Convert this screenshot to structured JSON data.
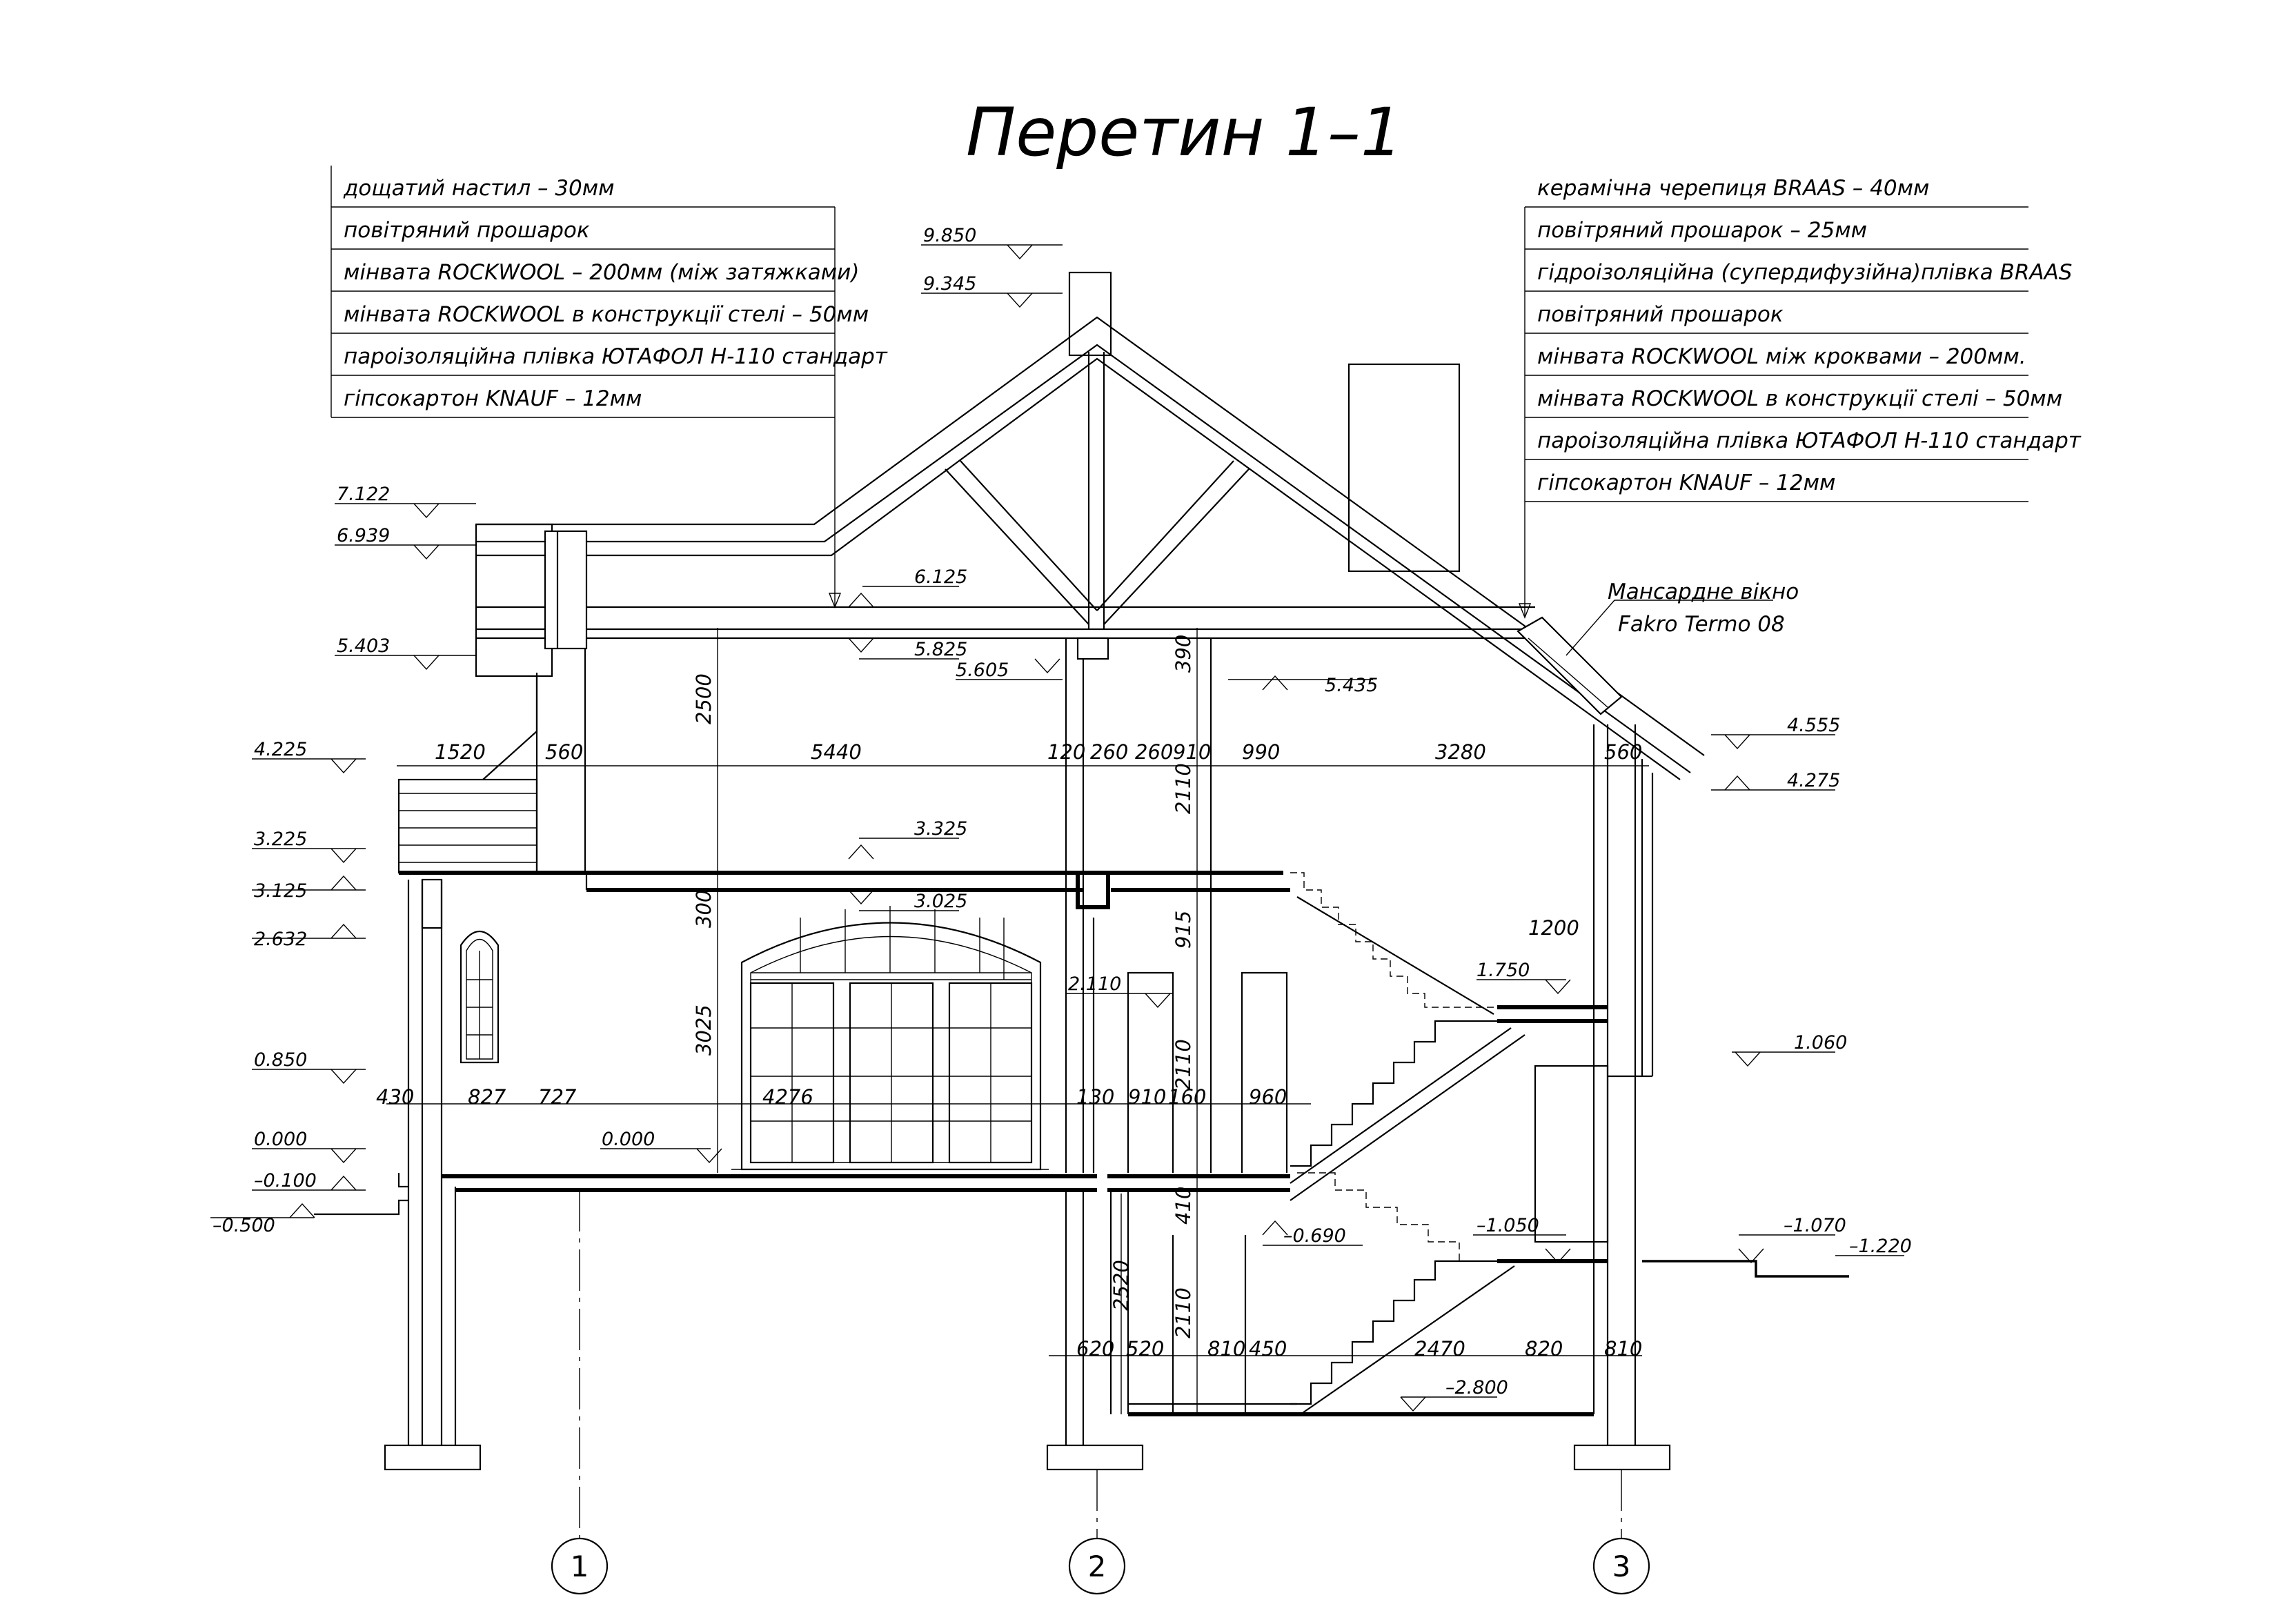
{
  "title": "Перетин 1–1",
  "left_layers": [
    "дощатий настил – 30мм",
    "повітряний прошарок",
    "мінвата ROCKWOOL – 200мм (між затяжками)",
    "мінвата ROCKWOOL в конструкції стелі – 50мм",
    "пароізоляційна плівка ЮТАФОЛ Н-110 стандарт",
    "гіпсокартон KNAUF – 12мм"
  ],
  "right_layers": [
    "керамічна черепиця BRAAS – 40мм",
    "повітряний прошарок – 25мм",
    "гідроізоляційна (супердифузійна)плівка BRAAS",
    "повітряний прошарок",
    "мінвата ROCKWOOL між кроквами – 200мм.",
    "мінвата ROCKWOOL в конструкції стелі – 50мм",
    "пароізоляційна плівка ЮТАФОЛ Н-110 стандарт",
    "гіпсокартон KNAUF – 12мм"
  ],
  "window_note": [
    "Мансардне вікно",
    "Fakro Termo 08"
  ],
  "levels": {
    "l9850": "9.850",
    "l9345": "9.345",
    "l7122": "7.122",
    "l6939": "6.939",
    "l6125": "6.125",
    "l5825": "5.825",
    "l5605": "5.605",
    "l5435": "5.435",
    "l5403": "5.403",
    "l4555": "4.555",
    "l4275": "4.275",
    "l4225": "4.225",
    "l3325": "3.325",
    "l3225": "3.225",
    "l3125": "3.125",
    "l3025": "3.025",
    "l2632": "2.632",
    "l2110": "2.110",
    "l1750": "1.750",
    "l1060": "1.060",
    "l0850": "0.850",
    "l0000a": "0.000",
    "l0000b": "0.000",
    "lm0100": "–0.100",
    "lm0500": "–0.500",
    "lm0690": "–0.690",
    "lm1050": "–1.050",
    "lm1070": "–1.070",
    "lm1220": "–1.220",
    "lm2800": "–2.800"
  },
  "dims": {
    "d1520": "1520",
    "d560a": "560",
    "d5440": "5440",
    "d120": "120",
    "d260a": "260",
    "d260b": "260",
    "d910a": "910",
    "d990": "990",
    "d3280": "3280",
    "d560b": "560",
    "d2500": "2500",
    "d390": "390",
    "d2110a": "2110",
    "d300": "300",
    "d915": "915",
    "d3025": "3025",
    "d2110b": "2110",
    "d1200": "1200",
    "d430": "430",
    "d827": "827",
    "d727": "727",
    "d4276": "4276",
    "d130": "130",
    "d910b": "910",
    "d160": "160",
    "d960": "960",
    "d410": "410",
    "d2520": "2520",
    "d2110c": "2110",
    "d620": "620",
    "d520": "520",
    "d810a": "810",
    "d450": "450",
    "d2470": "2470",
    "d820": "820",
    "d810b": "810"
  },
  "axes": [
    "1",
    "2",
    "3"
  ]
}
